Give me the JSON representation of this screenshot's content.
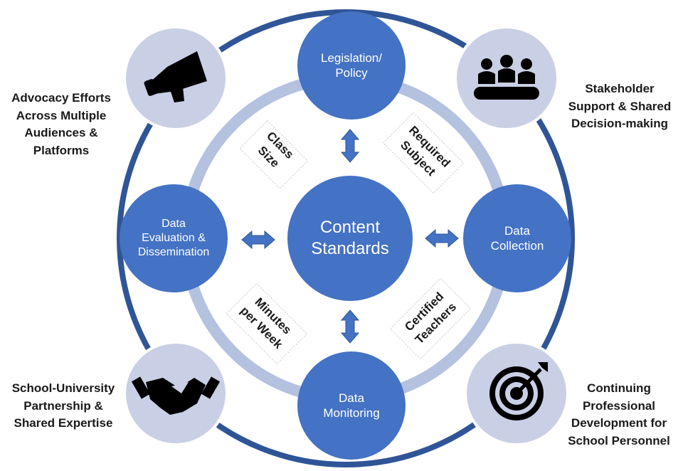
{
  "center": {
    "label": "Content\nStandards"
  },
  "inner_nodes": {
    "top": "Legislation/\nPolicy",
    "right": "Data\nCollection",
    "bottom": "Data\nMonitoring",
    "left": "Data\nEvaluation &\nDissemination"
  },
  "requirements": {
    "top_left": "Class\nSize",
    "top_right": "Required\nSubject",
    "bottom_left": "Minutes\nper Week",
    "bottom_right": "Certified\nTeachers"
  },
  "outer_supports": {
    "top_left": {
      "label": "Advocacy Efforts\nAcross Multiple\nAudiences &\nPlatforms",
      "icon": "megaphone-icon"
    },
    "top_right": {
      "label": "Stakeholder\nSupport & Shared\nDecision-making",
      "icon": "people-meeting-icon"
    },
    "bottom_left": {
      "label": "School-University\nPartnership &\nShared Expertise",
      "icon": "handshake-icon"
    },
    "bottom_right": {
      "label": "Continuing\nProfessional\nDevelopment for\nSchool Personnel",
      "icon": "target-icon"
    }
  },
  "colors": {
    "node_blue": "#4472c4",
    "outer_ring": "#2f5597",
    "inner_ring": "#b4c2e0",
    "icon_circle": "#c9d0e5"
  }
}
